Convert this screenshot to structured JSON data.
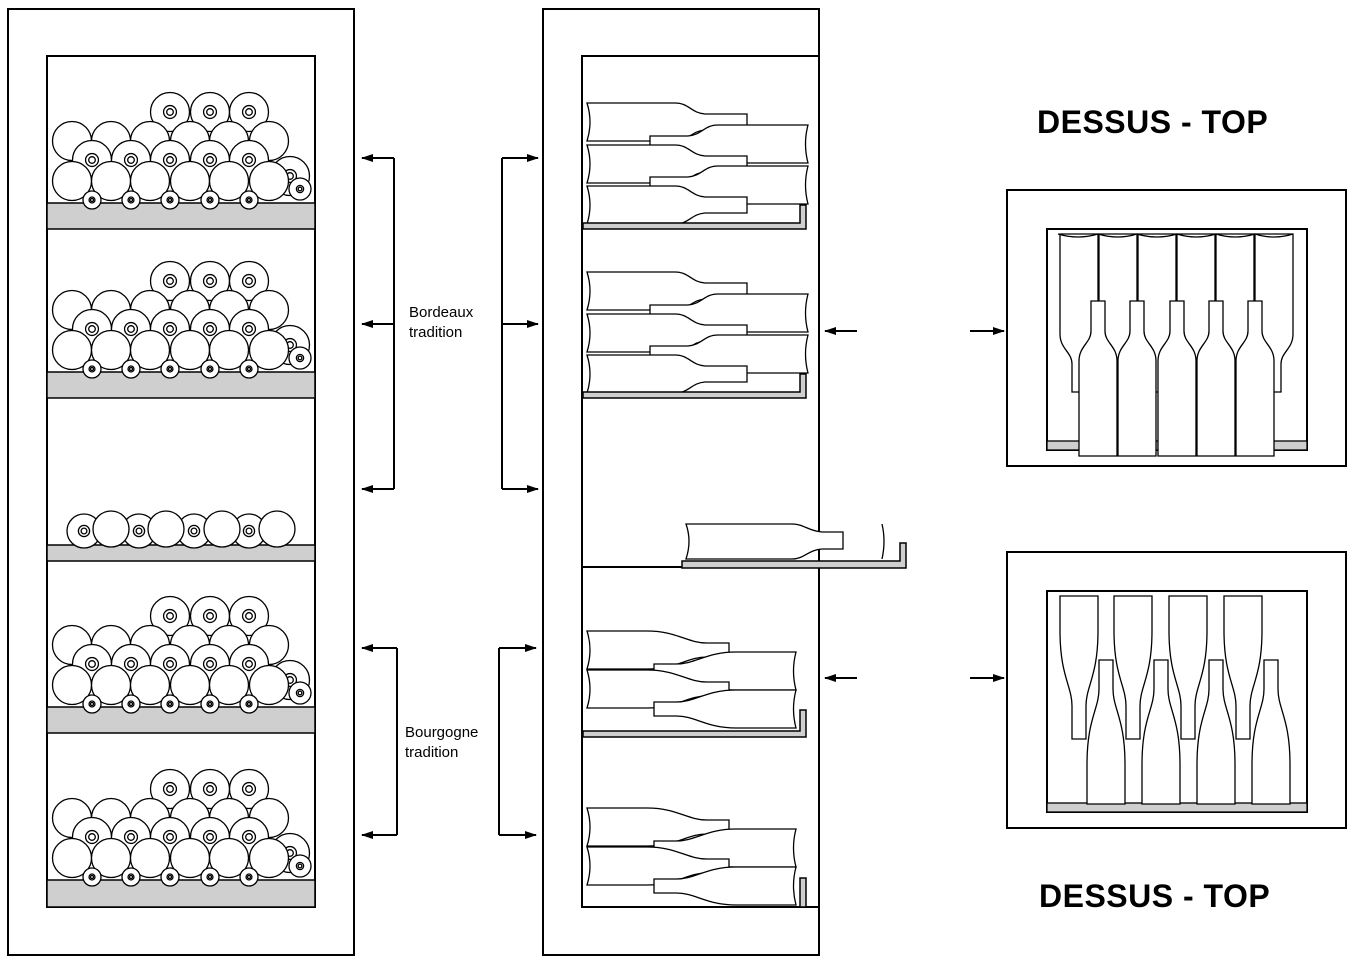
{
  "titles": {
    "top": "DESSUS - TOP",
    "bottom": "DESSUS - TOP"
  },
  "labels": {
    "bordeaux": [
      "Bordeaux",
      "tradition"
    ],
    "bourgogne": [
      "Bourgogne",
      "tradition"
    ]
  },
  "colors": {
    "line": "#000000",
    "shelf": "#cfcfcf"
  }
}
